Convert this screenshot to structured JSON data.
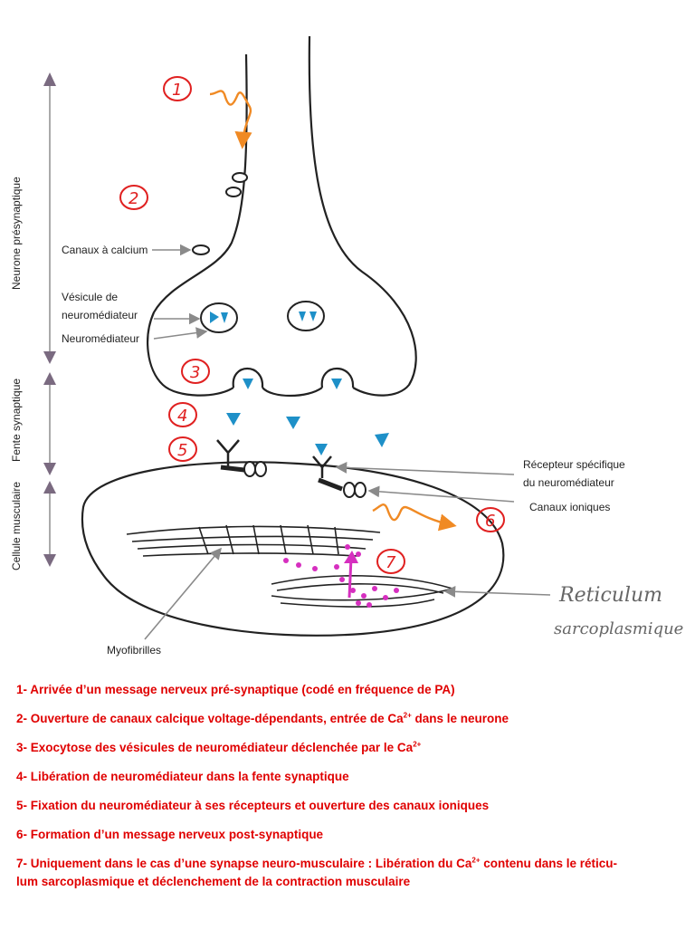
{
  "labels": {
    "calcium_channels": "Canaux à calcium",
    "vesicle_line1": "Vésicule de",
    "vesicle_line2": "neuromédiateur",
    "neurotransmitter": "Neuromédiateur",
    "receptor_line1": "Récepteur spécifique",
    "receptor_line2": "du neuromédiateur",
    "ion_channels": "Canaux ioniques",
    "myofibrils": "Myofibrilles",
    "reticulum_line1": "Reticulum",
    "reticulum_line2": "sarcoplasmique"
  },
  "side_labels": {
    "presynaptic": "Neurone présynaptique",
    "cleft": "Fente synaptique",
    "muscle": "Cellule musculaire"
  },
  "step_markers": [
    "1",
    "2",
    "3",
    "4",
    "5",
    "6",
    "7"
  ],
  "steps": [
    {
      "text": "1- Arrivée d’un message nerveux pré-synaptique (codé en fréquence de PA)"
    },
    {
      "text": "2- Ouverture de canaux calcique voltage-dépendants, entrée de Ca",
      "sup": "2+",
      "after": " dans le neurone"
    },
    {
      "text": "3- Exocytose des vésicules de neuromédiateur déclenchée par le Ca",
      "sup": "2+",
      "after": ""
    },
    {
      "text": "4- Libération de neuromédiateur dans la fente synaptique"
    },
    {
      "text": "5- Fixation du neuromédiateur à ses récepteurs et ouverture des canaux ioniques"
    },
    {
      "text": "6- Formation d’un message nerveux post-synaptique"
    },
    {
      "text": "7- Uniquement dans le cas d’une synapse neuro-musculaire : Libération du Ca",
      "sup": "2+",
      "after": " contenu dans le réticu-",
      "line2": "lum sarcoplasmique et déclenchement de la contraction musculaire"
    }
  ],
  "colors": {
    "marker": "#e02020",
    "legend_text": "#e00000",
    "neurotransmitter": "#1e90c8",
    "action_potential": "#f08a24",
    "calcium": "#d62fbf",
    "outline": "#222222",
    "pointer": "#8a8a8a"
  }
}
